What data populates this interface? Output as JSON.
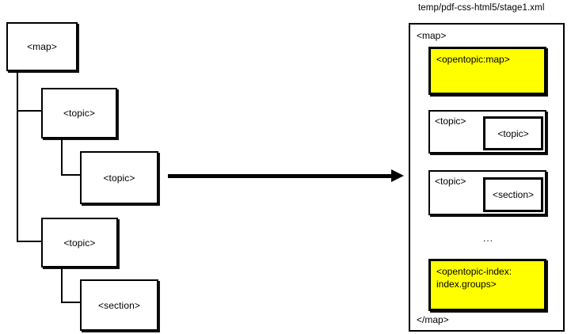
{
  "title": "temp/pdf-css-html5/stage1.xml",
  "tree": {
    "nodes": [
      {
        "id": "map",
        "label": "<map>"
      },
      {
        "id": "topic-1",
        "label": "<topic>"
      },
      {
        "id": "topic-1-1",
        "label": "<topic>"
      },
      {
        "id": "topic-2",
        "label": "<topic>"
      },
      {
        "id": "section-1",
        "label": "<section>"
      }
    ]
  },
  "arrow": {
    "direction": "right"
  },
  "panel": {
    "open_tag": "<map>",
    "close_tag": "</map>",
    "ellipsis": "...",
    "opentopic_map": "<opentopic:map>",
    "groups": [
      {
        "label": "<topic>",
        "inner": "<topic>"
      },
      {
        "label": "<topic>",
        "inner": "<section>"
      }
    ],
    "opentopic_index": "<opentopic-index:\nindex.groups>"
  },
  "colors": {
    "highlight": "#FFFF00",
    "stroke": "#000000",
    "background": "#FFFFFF"
  }
}
